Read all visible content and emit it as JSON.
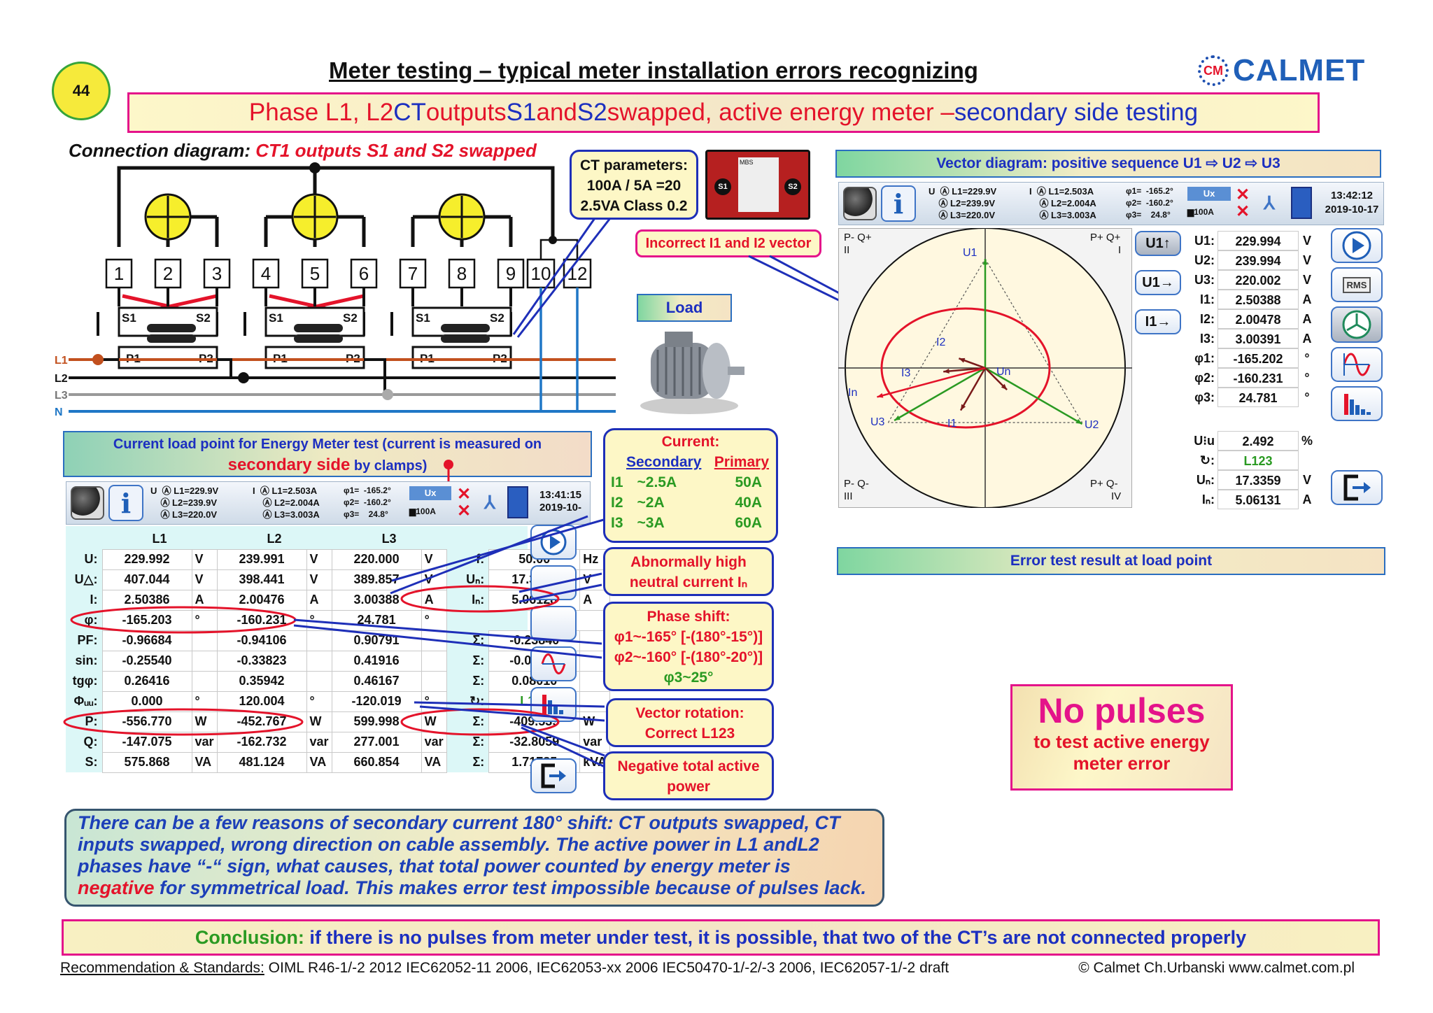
{
  "page_number": "44",
  "title": "Meter testing – typical meter installation errors recognizing",
  "logo": {
    "text": "CALMET",
    "mark": "CM"
  },
  "subtitle": {
    "part1": "Phase L1, L2 ",
    "part2": "CT",
    "part3": " outputs ",
    "part4": "S1",
    "part5": " and ",
    "part6": "S2",
    "part7": " swapped, active energy meter – ",
    "part8": "secondary side testing"
  },
  "connection": {
    "label": "Connection diagram:",
    "note": "CT1 outputs S1 and S2 swapped"
  },
  "ct_params": {
    "line1": "CT parameters:",
    "line2": "100A / 5A =20",
    "line3": "2.5VA Class 0.2"
  },
  "ct_photo": {
    "s1": "S1",
    "s2": "S2",
    "label": "MBS"
  },
  "terminals": [
    "1",
    "2",
    "3",
    "4",
    "5",
    "6",
    "7",
    "8",
    "9",
    "10",
    "12"
  ],
  "ct_labels": {
    "s1": "S1",
    "s2": "S2",
    "p1": "P1",
    "p2": "P2"
  },
  "lines": [
    "L1",
    "L2",
    "L3",
    "N"
  ],
  "load_label": "Load",
  "incorrect_label": "Incorrect I1 and I2 vector",
  "vector": {
    "title": "Vector diagram: positive sequence U1 ⇨ U2 ⇨ U3",
    "quadrants": {
      "q1": "P+ Q+",
      "q1n": "I",
      "q2": "P- Q+",
      "q2n": "II",
      "q3": "P- Q-",
      "q3n": "III",
      "q4": "P+ Q-",
      "q4n": "IV"
    },
    "labels": {
      "u1": "U1",
      "u2": "U2",
      "u3": "U3",
      "i1": "I1",
      "i2": "I2",
      "i3": "I3",
      "in": "In",
      "un": "Un"
    },
    "time": "13:42:12",
    "date": "2019-10-17",
    "side_buttons": [
      "U1↑",
      "U1→",
      "I1→"
    ],
    "readings": [
      {
        "k": "U1:",
        "v": "229.994",
        "u": "V"
      },
      {
        "k": "U2:",
        "v": "239.994",
        "u": "V"
      },
      {
        "k": "U3:",
        "v": "220.002",
        "u": "V"
      },
      {
        "k": "I1:",
        "v": "2.50388",
        "u": "A"
      },
      {
        "k": "I2:",
        "v": "2.00478",
        "u": "A"
      },
      {
        "k": "I3:",
        "v": "3.00391",
        "u": "A"
      },
      {
        "k": "φ1:",
        "v": "-165.202",
        "u": "°"
      },
      {
        "k": "φ2:",
        "v": "-160.231",
        "u": "°"
      },
      {
        "k": "φ3:",
        "v": "24.781",
        "u": "°"
      }
    ],
    "extra": [
      {
        "k": "U⁝u",
        "v": "2.492",
        "u": "%"
      },
      {
        "k": "↻:",
        "v": "L123",
        "u": ""
      },
      {
        "k": "Uₙ:",
        "v": "17.3359",
        "u": "V"
      },
      {
        "k": "Iₙ:",
        "v": "5.06131",
        "u": "A"
      }
    ],
    "hdr_u": "U  Ⓐ L1=229.9V\n    Ⓐ L2=239.9V\n    Ⓐ L3=220.0V",
    "hdr_i": "I  Ⓐ L1=2.503A\n    Ⓐ L2=2.004A\n    Ⓐ L3=3.003A",
    "hdr_phi": "φ1=  -165.2°\nφ2=  -160.2°\nφ3=    24.8°",
    "ct_tag": "100A",
    "ux": "Ux",
    "rms": "RMS"
  },
  "error_result": "Error test result at load point",
  "no_pulses": {
    "big": "No pulses",
    "line2": "to test active energy",
    "line3": "meter error"
  },
  "current_load": {
    "line1": "Current load point for Energy Meter test (current is measured on",
    "line2a": "secondary side",
    "line2b": " by clamps)",
    "time": "13:41:15",
    "date": "2019-10-",
    "hdr_u": "U  Ⓐ L1=229.9V\n    Ⓐ L2=239.9V\n    Ⓐ L3=220.0V",
    "hdr_i": "I  Ⓐ L1=2.503A\n    Ⓐ L2=2.004A\n    Ⓐ L3=3.003A",
    "hdr_phi": "φ1=  -165.2°\nφ2=  -160.2°\nφ3=    24.8°",
    "ct_tag": "100A",
    "ux": "Ux"
  },
  "table": {
    "cols": [
      "L1",
      "L2",
      "L3"
    ],
    "rows": [
      {
        "k": "U:",
        "v": [
          "229.992",
          "239.991",
          "220.000"
        ],
        "u": [
          "V",
          "V",
          "V"
        ],
        "sk": "f:",
        "sv": "50.00",
        "su": "Hz"
      },
      {
        "k": "U△:",
        "v": [
          "407.044",
          "398.441",
          "389.857"
        ],
        "u": [
          "V",
          "V",
          "V"
        ],
        "sk": "Uₙ:",
        "sv": "17.3410",
        "su": "V"
      },
      {
        "k": "I:",
        "v": [
          "2.50386",
          "2.00476",
          "3.00388"
        ],
        "u": [
          "A",
          "A",
          "A"
        ],
        "sk": "Iₙ:",
        "sv": "5.06128",
        "su": "A"
      },
      {
        "k": "φ:",
        "v": [
          "-165.203",
          "-160.231",
          "24.781"
        ],
        "u": [
          "°",
          "°",
          "°"
        ],
        "sk": "",
        "sv": "",
        "su": ""
      },
      {
        "k": "PF:",
        "v": [
          "-0.96684",
          "-0.94106",
          "0.90791"
        ],
        "u": [
          "",
          "",
          ""
        ],
        "sk": "Σ:",
        "sv": "-0.23840",
        "su": ""
      },
      {
        "k": "sin:",
        "v": [
          "-0.25540",
          "-0.33823",
          "0.41916"
        ],
        "u": [
          "",
          "",
          ""
        ],
        "sk": "Σ:",
        "sv": "-0.01910",
        "su": ""
      },
      {
        "k": "tgφ:",
        "v": [
          "0.26416",
          "0.35942",
          "0.46167"
        ],
        "u": [
          "",
          "",
          ""
        ],
        "sk": "Σ:",
        "sv": "0.08010",
        "su": ""
      },
      {
        "k": "Φᵤᵤ:",
        "v": [
          "0.000",
          "120.004",
          "-120.019"
        ],
        "u": [
          "°",
          "°",
          "°"
        ],
        "sk": "↻:",
        "sv": "L123",
        "su": ""
      },
      {
        "k": "P:",
        "v": [
          "-556.770",
          "-452.767",
          "599.998"
        ],
        "u": [
          "W",
          "W",
          "W"
        ],
        "sk": "Σ:",
        "sv": "-409.539",
        "su": "W"
      },
      {
        "k": "Q:",
        "v": [
          "-147.075",
          "-162.732",
          "277.001"
        ],
        "u": [
          "var",
          "var",
          "var"
        ],
        "sk": "Σ:",
        "sv": "-32.8059",
        "su": "var"
      },
      {
        "k": "S:",
        "v": [
          "575.868",
          "481.124",
          "660.854"
        ],
        "u": [
          "VA",
          "VA",
          "VA"
        ],
        "sk": "Σ:",
        "sv": "1.71785",
        "su": "kVA"
      }
    ]
  },
  "current_box": {
    "title": "Current:",
    "sec": "Secondary",
    "pri": "Primary",
    "rows": [
      {
        "i": "I1",
        "s": "~2.5A",
        "p": "50A"
      },
      {
        "i": "I2",
        "s": "~2A",
        "p": "40A"
      },
      {
        "i": "I3",
        "s": "~3A",
        "p": "60A"
      }
    ]
  },
  "neutral": {
    "line1": "Abnormally high",
    "line2": "neutral current Iₙ"
  },
  "phase_shift": {
    "title": "Phase shift:",
    "l1": "φ1~-165° [-(180°-15°)]",
    "l2": "φ2~-160° [-(180°-20°)]",
    "l3": "φ3~25°"
  },
  "rotation": {
    "line1": "Vector rotation:",
    "line2a": "Correct ",
    "line2b": "L123"
  },
  "negative": {
    "line1": "Negative total active",
    "line2": "power"
  },
  "explanation": {
    "p1": "There can be a few reasons of secondary current 180° shift: CT outputs swapped, CT inputs swapped, wrong direction on cable assembly. The active power in L1 andL2 phases have “-“ sign, what causes, that total power counted by energy meter is ",
    "neg": "negative",
    "p2": " for symmetrical load. This makes error test impossible because of pulses lack."
  },
  "conclusion": {
    "label": "Conclusion:",
    "text": " if there is no pulses from meter under test, it is possible, that two of the CT’s are not connected properly"
  },
  "footer": {
    "label": "Recommendation & Standards:",
    "text": " OIML R46-1/-2 2012   IEC62052-11 2006, IEC62053-xx 2006   IEC50470-1/-2/-3 2006, IEC62057-1/-2 draft",
    "right": "© Calmet Ch.Urbanski   www.calmet.com.pl"
  }
}
